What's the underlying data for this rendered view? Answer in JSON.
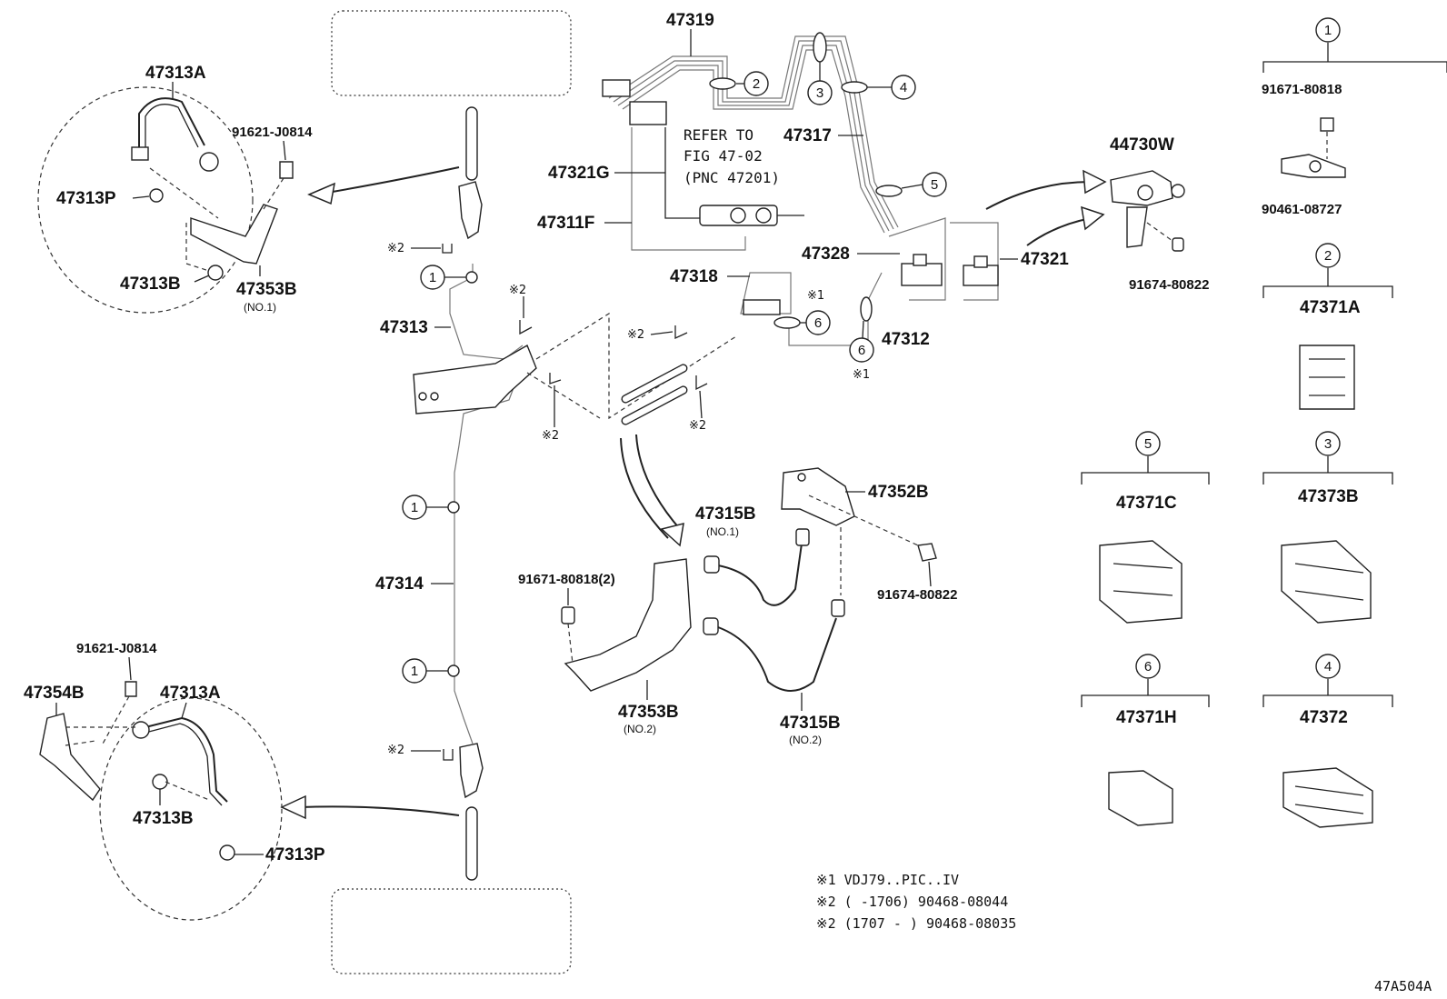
{
  "labels": {
    "p47319": "47319",
    "p47321g": "47321G",
    "p47311f": "47311F",
    "p47317": "47317",
    "p47328": "47328",
    "p47321": "47321",
    "p47318": "47318",
    "p47312": "47312",
    "p44730w": "44730W",
    "p91674_80822_a": "91674-80822",
    "p47313a_top": "47313A",
    "p91621_j0814_top": "91621-J0814",
    "p47313p_top": "47313P",
    "p47313b_top": "47313B",
    "p47353b_top": "47353B",
    "p47353b_top_sub": "(NO.1)",
    "p47313": "47313",
    "p47314": "47314",
    "p47315b_no1": "47315B",
    "p47315b_no1_sub": "(NO.1)",
    "p47352b": "47352B",
    "p91674_80822_b": "91674-80822",
    "p91671_80818_2": "91671-80818(2)",
    "p47353b_no2": "47353B",
    "p47353b_no2_sub": "(NO.2)",
    "p47315b_no2": "47315B",
    "p47315b_no2_sub": "(NO.2)",
    "p91621_j0814_bot": "91621-J0814",
    "p47354b": "47354B",
    "p47313a_bot": "47313A",
    "p47313b_bot": "47313B",
    "p47313p_bot": "47313P",
    "mark_x2": "※2",
    "mark_x1": "※1"
  },
  "refer": {
    "line1": "REFER TO",
    "line2": "FIG 47-02",
    "line3": "(PNC 47201)"
  },
  "callouts": {
    "c1": "1",
    "c2": "2",
    "c3": "3",
    "c4": "4",
    "c5": "5",
    "c6": "6"
  },
  "clamp_legend": [
    {
      "num": "1",
      "parts": [
        "91671-80818",
        "90461-08727"
      ]
    },
    {
      "num": "2",
      "parts": [
        "47371A"
      ]
    },
    {
      "num": "5",
      "parts": [
        "47371C"
      ]
    },
    {
      "num": "3",
      "parts": [
        "47373B"
      ]
    },
    {
      "num": "6",
      "parts": [
        "47371H"
      ]
    },
    {
      "num": "4",
      "parts": [
        "47372"
      ]
    }
  ],
  "notes": {
    "n1": "※1 VDJ79..PIC..IV",
    "n2a": "※2 (      -1706) 90468-08044",
    "n2b": "※2 (1707 -      ) 90468-08035"
  },
  "figure_id": "47A504A"
}
